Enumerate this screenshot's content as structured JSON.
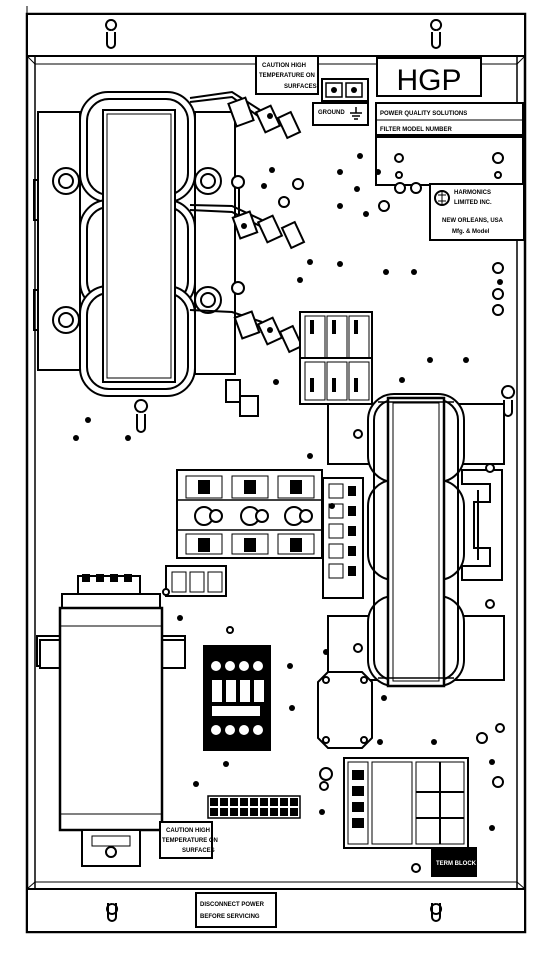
{
  "panel": {
    "logo_text": "HGP",
    "nameplate": {
      "line1": "POWER QUALITY SOLUTIONS",
      "line2": "FILTER MODEL NUMBER"
    },
    "manufacturer_label": {
      "line1": "HARMONICS",
      "line2": "LIMITED INC.",
      "line3": "NEW ORLEANS, USA",
      "line4": "Mfg. & Model"
    },
    "top_warning_label": {
      "line1": "CAUTION HIGH",
      "line2": "TEMPERATURE ON",
      "line3": "SURFACES"
    },
    "ground_label": "GROUND",
    "capacitor_warning_label": {
      "line1": "CAUTION HIGH",
      "line2": "TEMPERATURE ON",
      "line3": "SURFACES"
    },
    "bottom_label": {
      "line1": "DISCONNECT POWER",
      "line2": "BEFORE SERVICING"
    },
    "corner_label": "TERM BLOCK"
  },
  "colors": {
    "ink": "#000000",
    "paper": "#ffffff"
  }
}
